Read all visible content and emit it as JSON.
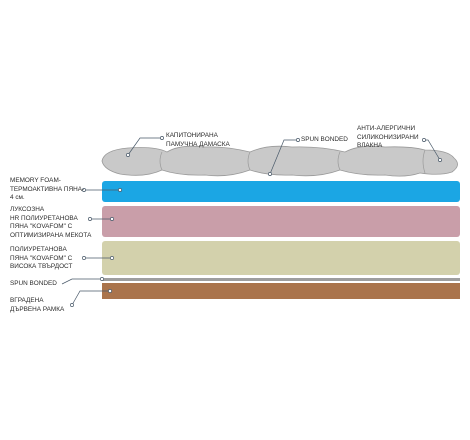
{
  "labels": {
    "top_quilted": "КАПИТОНИРАНА\nПАМУЧНА ДАМАСКА",
    "top_spun": "SPUN BONDED",
    "top_antiallergic": "АНТИ-АЛЕРГИЧНИ\nСИЛИКОНИЗИРАНИ\nВЛАКНА",
    "memory_foam": "MEMORY FOAM-\nТЕРМОАКТИВНА ПЯНА-\n4 см.",
    "luxury_hr": "ЛУКСОЗНА\nHR ПОЛИУРЕТАНОВА\nПЯНА \"KOVAFOM\" С\nОПТИМИЗИРАНА МЕКОТА",
    "pu_foam_hard": "ПОЛИУРЕТАНОВА\nПЯНА \"KOVAFOM\" С\nВИСОКА ТВЪРДОСТ",
    "spun_bottom": "SPUN BONDED",
    "frame": "ВГРАДЕНА\nДЪРВЕНА РАМКА"
  },
  "colors": {
    "quilted": "#c9c9c9",
    "quilted_stroke": "#9a9a9a",
    "memory_foam": "#1ba6e4",
    "luxury_hr": "#c99ea9",
    "pu_foam": "#d3d1ac",
    "spun_bottom": "#9e9e9e",
    "frame": "#aa744c",
    "leader": "#4a5a6a"
  }
}
